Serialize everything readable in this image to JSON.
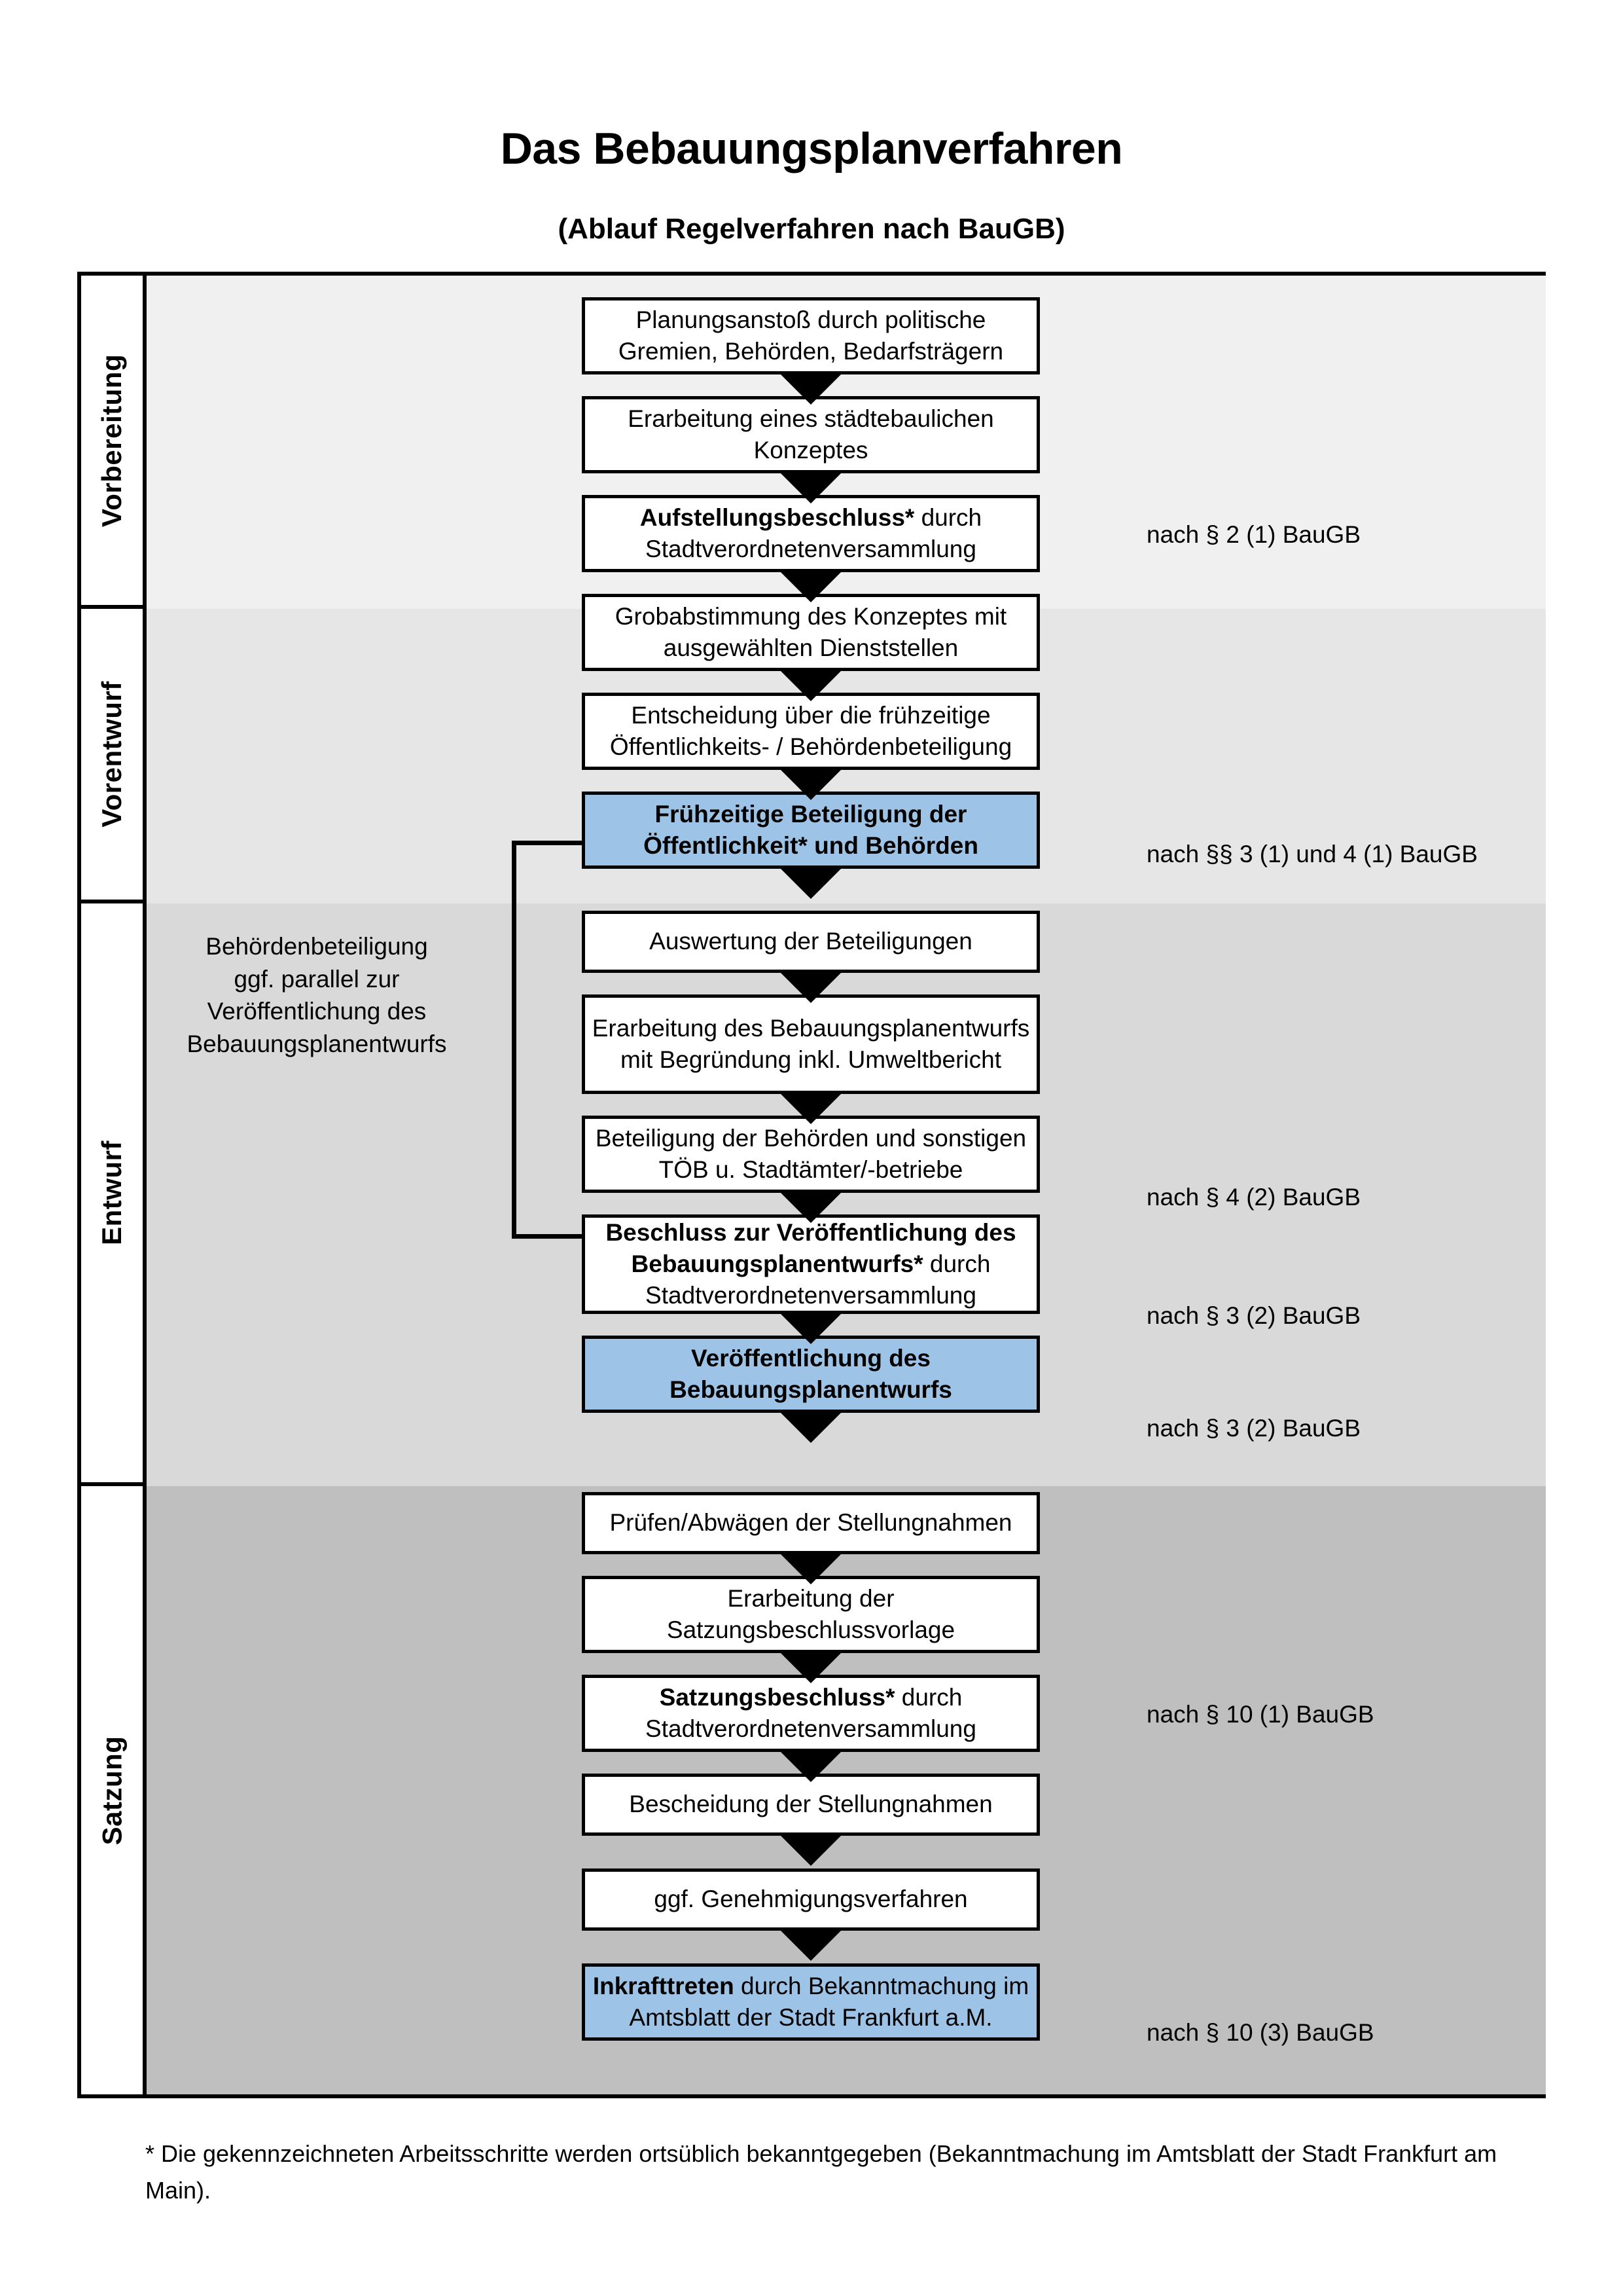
{
  "document": {
    "title": "Das Bebauungsplanverfahren",
    "subtitle": "(Ablauf Regelverfahren nach BauGB)",
    "footnote": "* Die gekennzeichneten Arbeitsschritte werden ortsüblich bekanntgegeben (Bekanntmachung im Amtsblatt  der Stadt Frankfurt am Main)."
  },
  "colors": {
    "highlight_blue": "#9DC3E6",
    "band_vorbereitung": "#F0F0F0",
    "band_vorentwurf": "#E6E6E6",
    "band_entwurf": "#D9D9D9",
    "band_satzung": "#BFBFBF",
    "outline": "#000000"
  },
  "phases": [
    {
      "label": "Vorbereitung"
    },
    {
      "label": "Vorentwurf"
    },
    {
      "label": "Entwurf"
    },
    {
      "label": "Satzung"
    }
  ],
  "side_note": {
    "lines": [
      "Behördenbeteiligung",
      "ggf. parallel zur",
      "Veröffentlichung des",
      "Bebauungsplanentwurfs"
    ]
  },
  "steps": [
    {
      "id": "planungsanstoss",
      "phase": "Vorbereitung",
      "bold_prefix": "",
      "text": "Planungsanstoß durch politische Gremien, Behörden, Bedarfsträgern",
      "highlighted": false
    },
    {
      "id": "staedtebauliches-konzept",
      "phase": "Vorbereitung",
      "bold_prefix": "",
      "text": "Erarbeitung eines städtebaulichen Konzeptes",
      "highlighted": false
    },
    {
      "id": "aufstellungsbeschluss",
      "phase": "Vorbereitung",
      "bold_prefix": "Aufstellungsbeschluss*",
      "text": " durch Stadtverordnetenversammlung",
      "highlighted": false
    },
    {
      "id": "grobabstimmung",
      "phase": "Vorentwurf",
      "bold_prefix": "",
      "text": "Grobabstimmung des Konzeptes mit ausgewählten Dienststellen",
      "highlighted": false
    },
    {
      "id": "entscheidung-fruehzeitige-beteiligung",
      "phase": "Vorentwurf",
      "bold_prefix": "",
      "text": "Entscheidung über die frühzeitige Öffentlichkeits- / Behördenbeteiligung",
      "highlighted": false
    },
    {
      "id": "fruehzeitige-beteiligung",
      "phase": "Vorentwurf",
      "bold_prefix": "Frühzeitige Beteiligung der Öffentlichkeit* und Behörden",
      "text": "",
      "highlighted": true
    },
    {
      "id": "auswertung-beteiligungen",
      "phase": "Entwurf",
      "bold_prefix": "",
      "text": "Auswertung der Beteiligungen",
      "highlighted": false
    },
    {
      "id": "erarbeitung-bplanentwurf",
      "phase": "Entwurf",
      "bold_prefix": "",
      "text": "Erarbeitung des Bebauungsplanentwurfs mit Begründung inkl. Umweltbericht",
      "highlighted": false
    },
    {
      "id": "beteiligung-behoerden-toeb",
      "phase": "Entwurf",
      "bold_prefix": "",
      "text": "Beteiligung der Behörden und sonstigen TÖB u. Stadtämter/-betriebe",
      "highlighted": false
    },
    {
      "id": "beschluss-veroeffentlichung",
      "phase": "Entwurf",
      "bold_prefix": "Beschluss zur Veröffentlichung des Bebauungsplanentwurfs*",
      "text": " durch Stadtverordnetenversammlung",
      "highlighted": false
    },
    {
      "id": "veroeffentlichung-bplanentwurf",
      "phase": "Entwurf",
      "bold_prefix": "Veröffentlichung des Bebauungsplanentwurfs",
      "text": "",
      "highlighted": true
    },
    {
      "id": "pruefen-abwaegen",
      "phase": "Satzung",
      "bold_prefix": "",
      "text": "Prüfen/Abwägen der Stellungnahmen",
      "highlighted": false
    },
    {
      "id": "erarbeitung-satzungsbeschlussvorlage",
      "phase": "Satzung",
      "bold_prefix": "",
      "text": "Erarbeitung der Satzungsbeschlussvorlage",
      "highlighted": false
    },
    {
      "id": "satzungsbeschluss",
      "phase": "Satzung",
      "bold_prefix": "Satzungsbeschluss*",
      "text": " durch Stadtverordnetenversammlung",
      "highlighted": false
    },
    {
      "id": "bescheidung-stellungnahmen",
      "phase": "Satzung",
      "bold_prefix": "",
      "text": "Bescheidung der Stellungnahmen",
      "highlighted": false
    },
    {
      "id": "genehmigungsverfahren",
      "phase": "Satzung",
      "bold_prefix": "",
      "text": "ggf. Genehmigungsverfahren",
      "highlighted": false
    },
    {
      "id": "inkrafttreten",
      "phase": "Satzung",
      "bold_prefix": "Inkrafttreten",
      "text": " durch Bekanntmachung im Amtsblatt der Stadt Frankfurt a.M.",
      "highlighted": true
    }
  ],
  "references": [
    {
      "id": "ref-aufstellungsbeschluss",
      "text": "nach § 2 (1) BauGB"
    },
    {
      "id": "ref-fruehzeitige-beteiligung",
      "text": "nach §§ 3 (1) und 4 (1) BauGB"
    },
    {
      "id": "ref-beteiligung-toeb",
      "text": "nach § 4 (2) BauGB"
    },
    {
      "id": "ref-beschluss-veroeffentlichung",
      "text": "nach § 3 (2) BauGB"
    },
    {
      "id": "ref-veroeffentlichung",
      "text": "nach § 3 (2) BauGB"
    },
    {
      "id": "ref-satzungsbeschluss",
      "text": "nach § 10 (1) BauGB"
    },
    {
      "id": "ref-inkrafttreten",
      "text": "nach § 10 (3) BauGB"
    }
  ]
}
